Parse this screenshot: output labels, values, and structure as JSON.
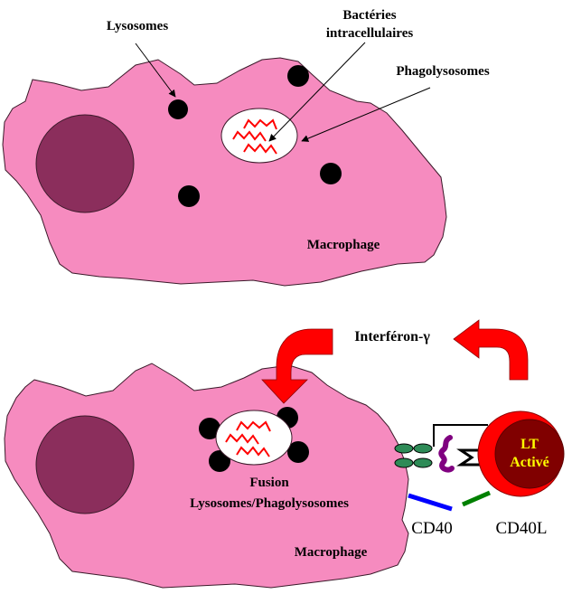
{
  "colors": {
    "cytoplasm": "#f68bbf",
    "nucleus": "#8b2e5c",
    "lysosome": "#000000",
    "bacteria": "#ff0000",
    "arrow_red": "#ff0000",
    "receptor_green": "#2e8b57",
    "cd40_blue": "#0000ff",
    "cd40l_green": "#008000",
    "mhc_purple": "#800080",
    "lt_outer": "#ff0000",
    "lt_inner": "#800000",
    "lt_text": "#ffff00"
  },
  "top_panel": {
    "label_lysosomes": "Lysosomes",
    "label_bacteria_line1": "Bactéries",
    "label_bacteria_line2": "intracellulaires",
    "label_phagolysosomes": "Phagolysosomes",
    "label_macrophage": "Macrophage"
  },
  "bottom_panel": {
    "label_interferon": "Interféron-γ",
    "label_fusion_line1": "Fusion",
    "label_fusion_line2": "Lysosomes/Phagolysosomes",
    "label_macrophage": "Macrophage",
    "label_cd40": "CD40",
    "label_cd40l": "CD40L",
    "lt_line1": "LT",
    "lt_line2": "Activé"
  }
}
